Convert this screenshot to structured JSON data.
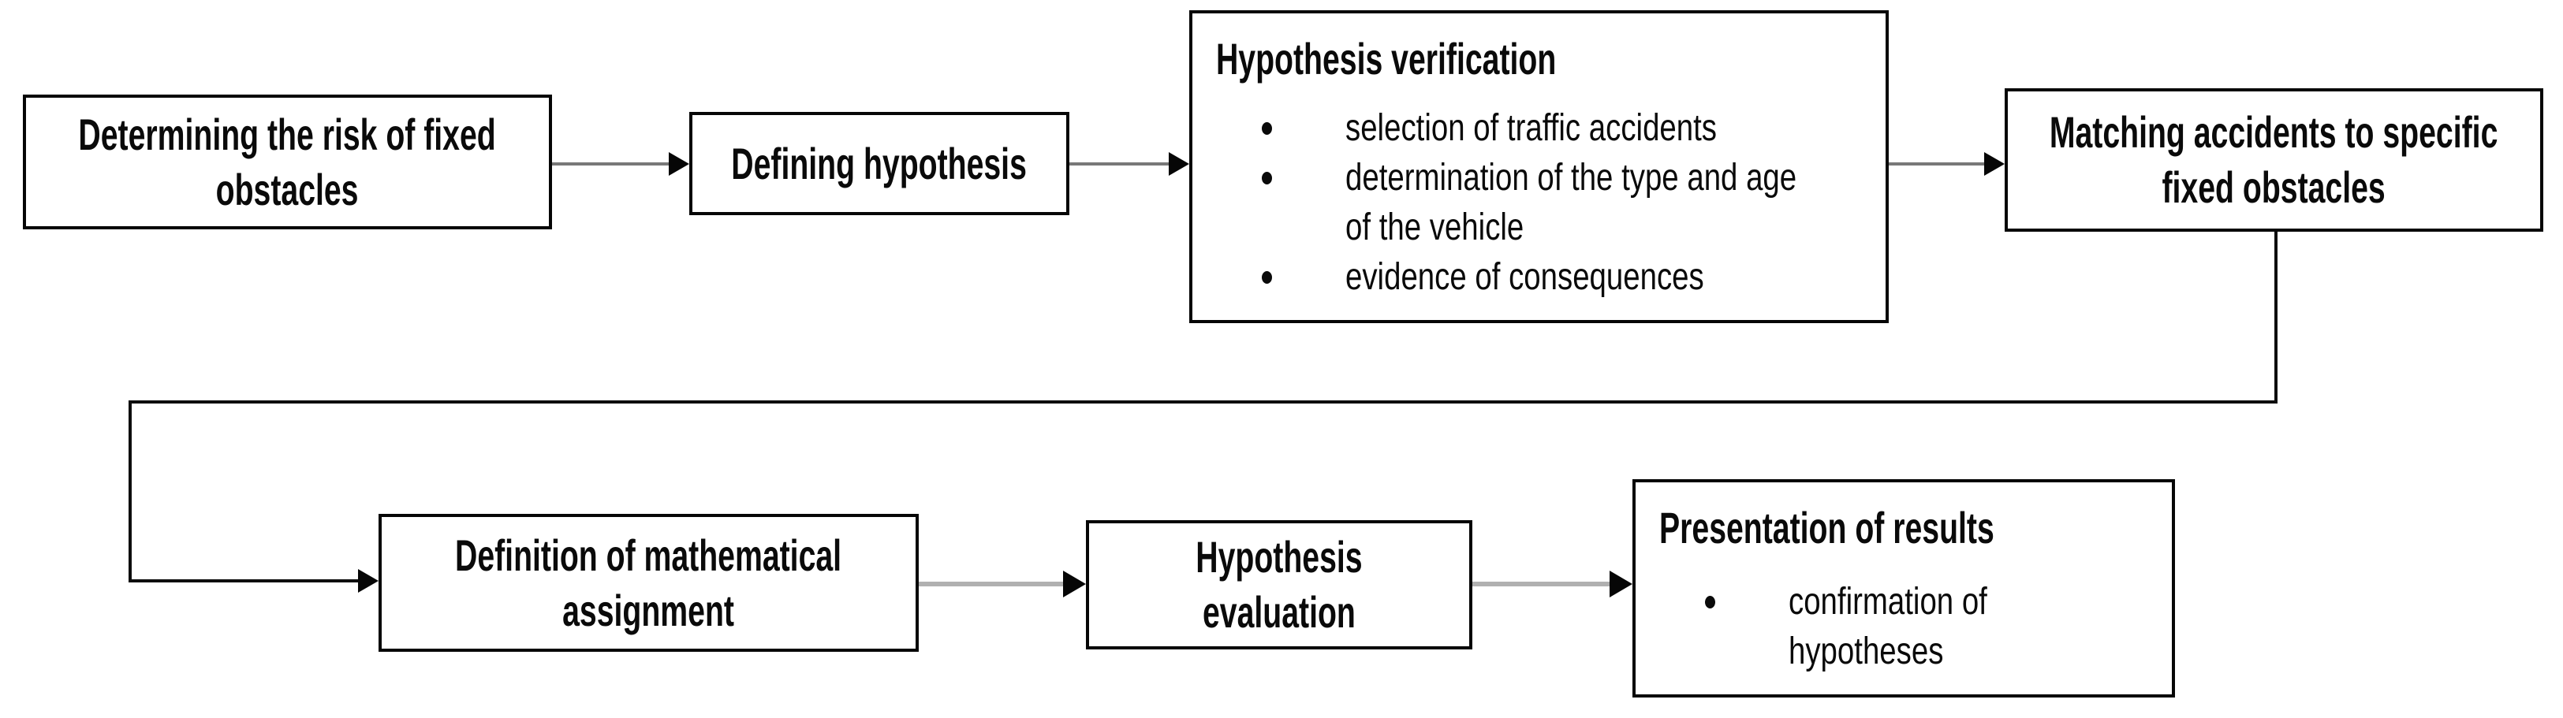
{
  "diagram": {
    "title": "Fixed obstacle accident analysis process flowchart",
    "background_color": "#ffffff",
    "box_border_color": "#060606",
    "top_arrow_color": "#787878",
    "bottom_arrow_color": "#b0b0b0",
    "connector_color": "#0d0d0d",
    "bullet_glyph": "•",
    "nodes": [
      {
        "id": "determining-risk",
        "label": "Determining the risk of fixed\nobstacles"
      },
      {
        "id": "defining-hypothesis",
        "label": "Defining hypothesis"
      },
      {
        "id": "hypothesis-verification",
        "title": "Hypothesis verification",
        "bullets": [
          "selection of traffic accidents",
          "determination of the type and age\nof the vehicle",
          "evidence of consequences"
        ]
      },
      {
        "id": "matching-accidents",
        "label": "Matching accidents to specific\nfixed obstacles"
      },
      {
        "id": "definition-mathematical",
        "label": "Definition of mathematical\nassignment"
      },
      {
        "id": "hypothesis-evaluation",
        "label": "Hypothesis\nevaluation"
      },
      {
        "id": "presentation-results",
        "title": "Presentation of results",
        "bullets": [
          "confirmation of\nhypotheses"
        ]
      }
    ],
    "edges": [
      {
        "from": "determining-risk",
        "to": "defining-hypothesis"
      },
      {
        "from": "defining-hypothesis",
        "to": "hypothesis-verification"
      },
      {
        "from": "hypothesis-verification",
        "to": "matching-accidents"
      },
      {
        "from": "matching-accidents",
        "to": "definition-mathematical"
      },
      {
        "from": "definition-mathematical",
        "to": "hypothesis-evaluation"
      },
      {
        "from": "hypothesis-evaluation",
        "to": "presentation-results"
      }
    ]
  }
}
